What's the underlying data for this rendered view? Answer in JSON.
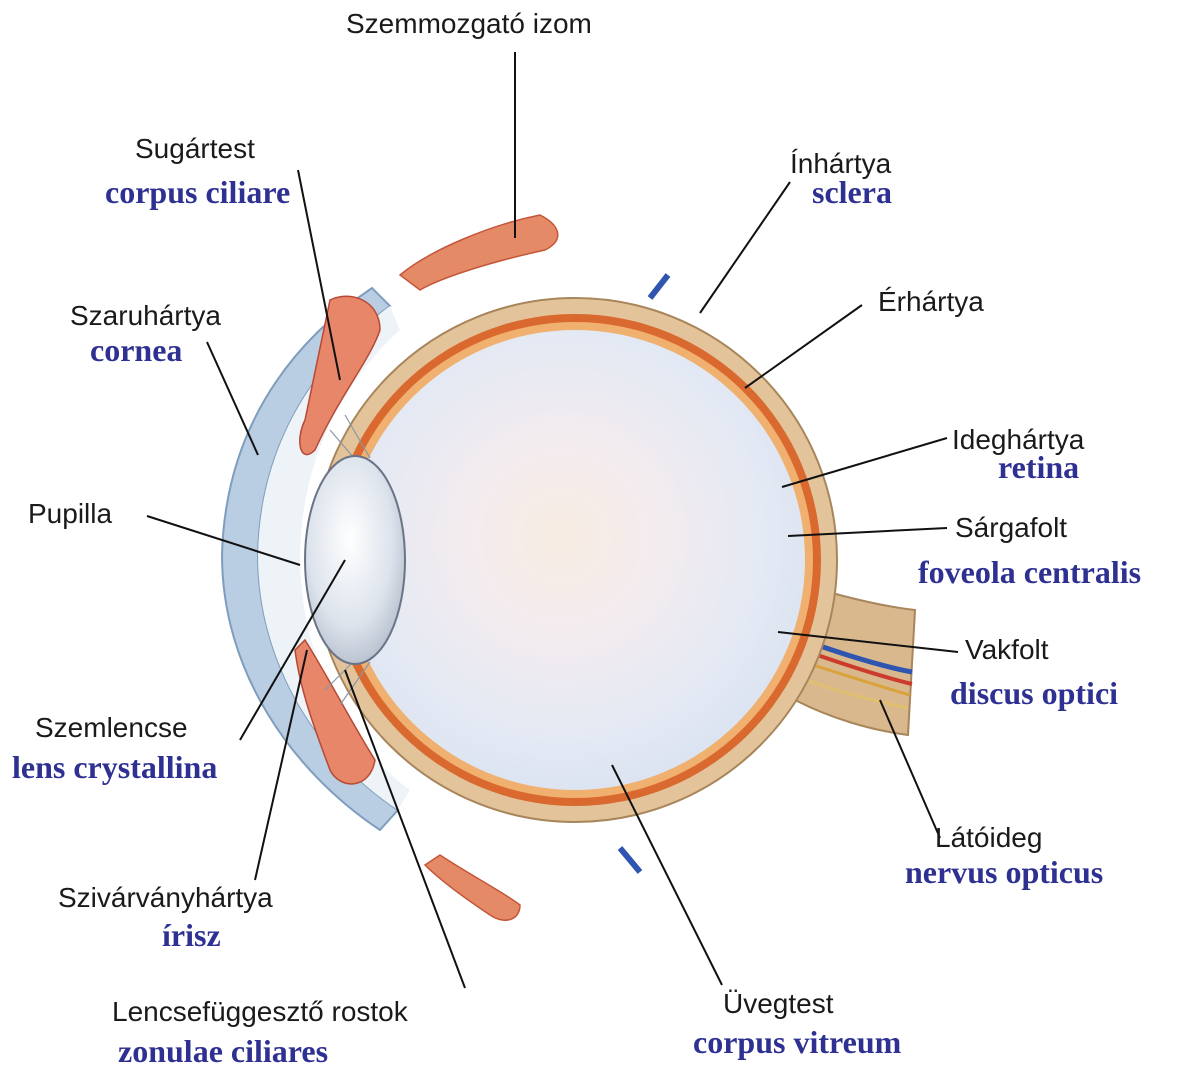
{
  "labels": {
    "extraocular_muscle": {
      "hu": "Szemmozgató izom"
    },
    "ciliary_body": {
      "hu": "Sugártest",
      "la": "corpus ciliare"
    },
    "sclera": {
      "hu": "Ínhártya",
      "la": "sclera"
    },
    "cornea": {
      "hu": "Szaruhártya",
      "la": "cornea"
    },
    "choroid": {
      "hu": "Érhártya"
    },
    "retina": {
      "hu": "Ideghártya",
      "la": "retina"
    },
    "pupil": {
      "hu": "Pupilla"
    },
    "fovea": {
      "hu": "Sárgafolt",
      "la": "foveola centralis"
    },
    "blind_spot": {
      "hu": "Vakfolt",
      "la": "discus optici"
    },
    "lens": {
      "hu": "Szemlencse",
      "la": "lens crystallina"
    },
    "optic_nerve": {
      "hu": "Látóideg",
      "la": "nervus opticus"
    },
    "iris": {
      "hu": "Szivárványhártya",
      "la": "írisz"
    },
    "zonules": {
      "hu": "Lencsefüggesztő rostok",
      "la": "zonulae ciliares"
    },
    "vitreous": {
      "hu": "Üvegtest",
      "la": "corpus vitreum"
    }
  },
  "colors": {
    "latin_label": "#2e3192",
    "sclera": "#e3c49a",
    "choroid": "#d9692f",
    "retina": "#f0b070",
    "vitreous": "#eef1f8",
    "cornea": "#b9cde3",
    "muscle": "#e57a55",
    "vein": "#2f55b0"
  }
}
